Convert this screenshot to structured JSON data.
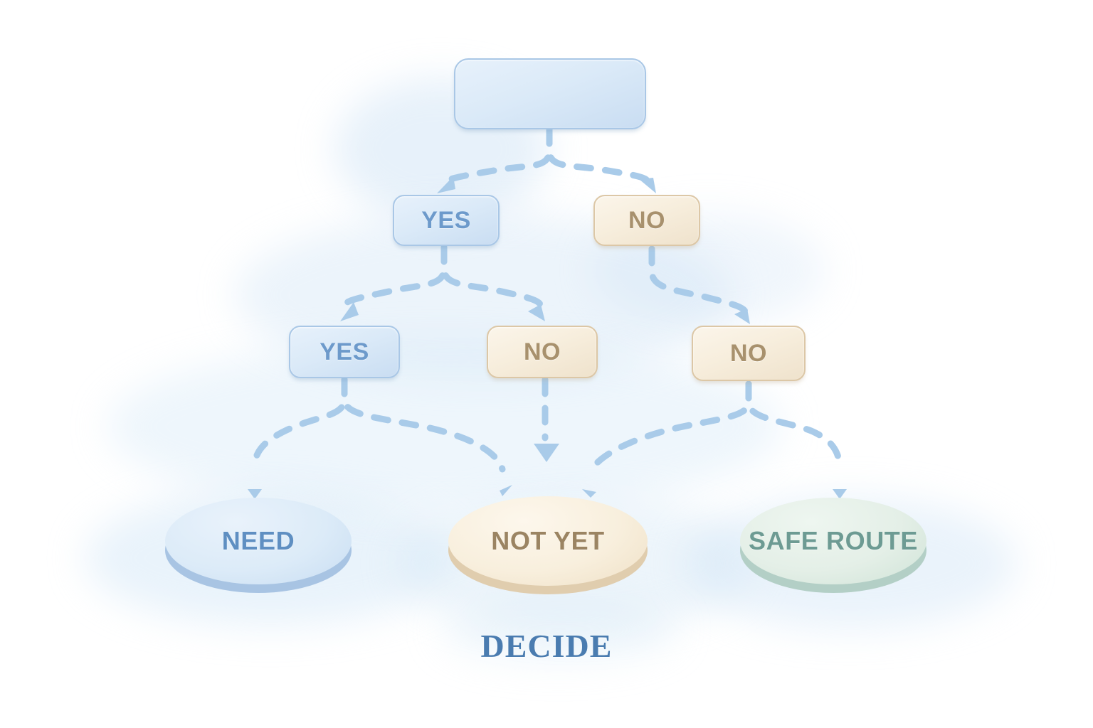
{
  "diagram": {
    "caption": "DECIDE",
    "accent_colors": {
      "blue_fill": "#dbeaf8",
      "blue_border": "#a9c7e6",
      "blue_text": "#6d9acb",
      "tan_fill": "#f7eedd",
      "tan_border": "#dcc7a6",
      "tan_text": "#a8916d",
      "green_fill": "#e4efe7",
      "green_text": "#6d9b93",
      "connector": "#a9cbe9",
      "caption_text": "#4a7cb0",
      "background": "#ffffff"
    },
    "root": {
      "label": "",
      "shape": "rounded-rectangle",
      "color": "blue"
    },
    "level1": [
      {
        "label": "YES",
        "shape": "rounded-rectangle",
        "color": "blue"
      },
      {
        "label": "NO",
        "shape": "rounded-rectangle",
        "color": "tan"
      }
    ],
    "level2": [
      {
        "label": "YES",
        "shape": "rounded-rectangle",
        "color": "blue"
      },
      {
        "label": "NO",
        "shape": "rounded-rectangle",
        "color": "tan"
      },
      {
        "label": "NO",
        "shape": "rounded-rectangle",
        "color": "tan"
      }
    ],
    "terminals": [
      {
        "label": "NEED",
        "shape": "ellipse",
        "color": "blue"
      },
      {
        "label": "NOT YET",
        "shape": "ellipse",
        "color": "tan"
      },
      {
        "label": "SAFE ROUTE",
        "shape": "ellipse",
        "color": "green"
      }
    ],
    "edges": [
      {
        "from": "root",
        "to": "level1-yes",
        "style": "dashed-arrow"
      },
      {
        "from": "root",
        "to": "level1-no",
        "style": "dashed-arrow"
      },
      {
        "from": "level1-yes",
        "to": "level2-yes",
        "style": "dashed-arrow"
      },
      {
        "from": "level1-yes",
        "to": "level2-no-1",
        "style": "dashed-arrow"
      },
      {
        "from": "level1-no",
        "to": "level2-no-2",
        "style": "dashed-arrow"
      },
      {
        "from": "level2-yes",
        "to": "term-need",
        "style": "dashed-arrow"
      },
      {
        "from": "level2-yes",
        "to": "term-notyet",
        "style": "dashed-arrow"
      },
      {
        "from": "level2-no-1",
        "to": "term-notyet",
        "style": "dashed-arrow"
      },
      {
        "from": "level2-no-2",
        "to": "term-notyet",
        "style": "dashed-arrow"
      },
      {
        "from": "level2-no-2",
        "to": "term-safe",
        "style": "dashed-arrow"
      }
    ]
  }
}
